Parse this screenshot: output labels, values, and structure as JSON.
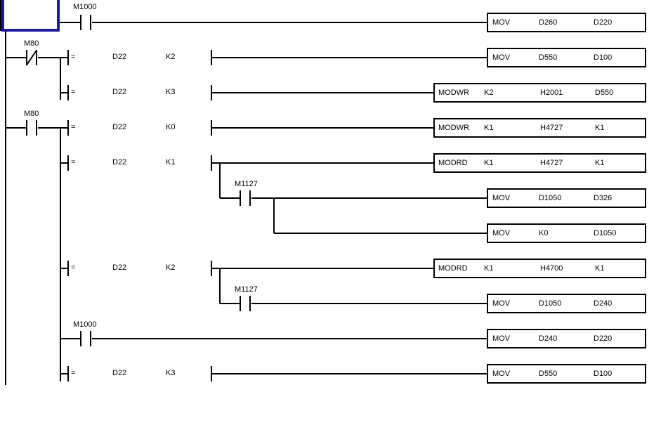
{
  "app": {
    "view": "plc-ladder-editor"
  },
  "colors": {
    "wire": "#000000",
    "cursor": "#1b1b9e",
    "background": "#ffffff"
  },
  "rungs": [
    {
      "contact": {
        "label": "M1000",
        "kind": "NO"
      },
      "box": {
        "instr": "MOV",
        "ops": [
          "D260",
          "D220"
        ]
      }
    },
    {
      "contact": {
        "label": "M80",
        "kind": "NC"
      },
      "compare": {
        "op": "=",
        "a": "D22",
        "b": "K2"
      },
      "box": {
        "instr": "MOV",
        "ops": [
          "D550",
          "D100"
        ]
      }
    },
    {
      "compare": {
        "op": "=",
        "a": "D22",
        "b": "K3"
      },
      "box": {
        "instr": "MODWR",
        "ops": [
          "K2",
          "H2001",
          "D550"
        ]
      }
    },
    {
      "contact": {
        "label": "M80",
        "kind": "NO"
      },
      "compare": {
        "op": "=",
        "a": "D22",
        "b": "K0"
      },
      "box": {
        "instr": "MODWR",
        "ops": [
          "K1",
          "H4727",
          "K1"
        ]
      }
    },
    {
      "compare": {
        "op": "=",
        "a": "D22",
        "b": "K1"
      },
      "box": {
        "instr": "MODRD",
        "ops": [
          "K1",
          "H4727",
          "K1"
        ]
      }
    },
    {
      "contact": {
        "label": "M1127",
        "kind": "NO"
      },
      "box": {
        "instr": "MOV",
        "ops": [
          "D1050",
          "D326"
        ]
      }
    },
    {
      "box": {
        "instr": "MOV",
        "ops": [
          "K0",
          "D1050"
        ]
      }
    },
    {
      "compare": {
        "op": "=",
        "a": "D22",
        "b": "K2"
      },
      "box": {
        "instr": "MODRD",
        "ops": [
          "K1",
          "H4700",
          "K1"
        ]
      }
    },
    {
      "contact": {
        "label": "M1127",
        "kind": "NO"
      },
      "box": {
        "instr": "MOV",
        "ops": [
          "D1050",
          "D240"
        ]
      }
    },
    {
      "contact": {
        "label": "M1000",
        "kind": "NO"
      },
      "box": {
        "instr": "MOV",
        "ops": [
          "D240",
          "D220"
        ]
      }
    },
    {
      "compare": {
        "op": "=",
        "a": "D22",
        "b": "K3"
      },
      "box": {
        "instr": "MOV",
        "ops": [
          "D550",
          "D100"
        ]
      }
    }
  ]
}
